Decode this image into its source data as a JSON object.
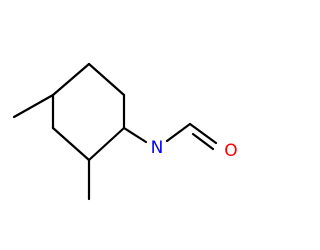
{
  "molecule": {
    "atoms": [
      {
        "id": "n1",
        "label": "N",
        "color": "#0000ff"
      },
      {
        "id": "o1",
        "label": "O",
        "color": "#ff0000"
      }
    ],
    "colors": {
      "bond": "#000000",
      "nitrogen": "#0000ff",
      "oxygen": "#ff0000"
    }
  }
}
